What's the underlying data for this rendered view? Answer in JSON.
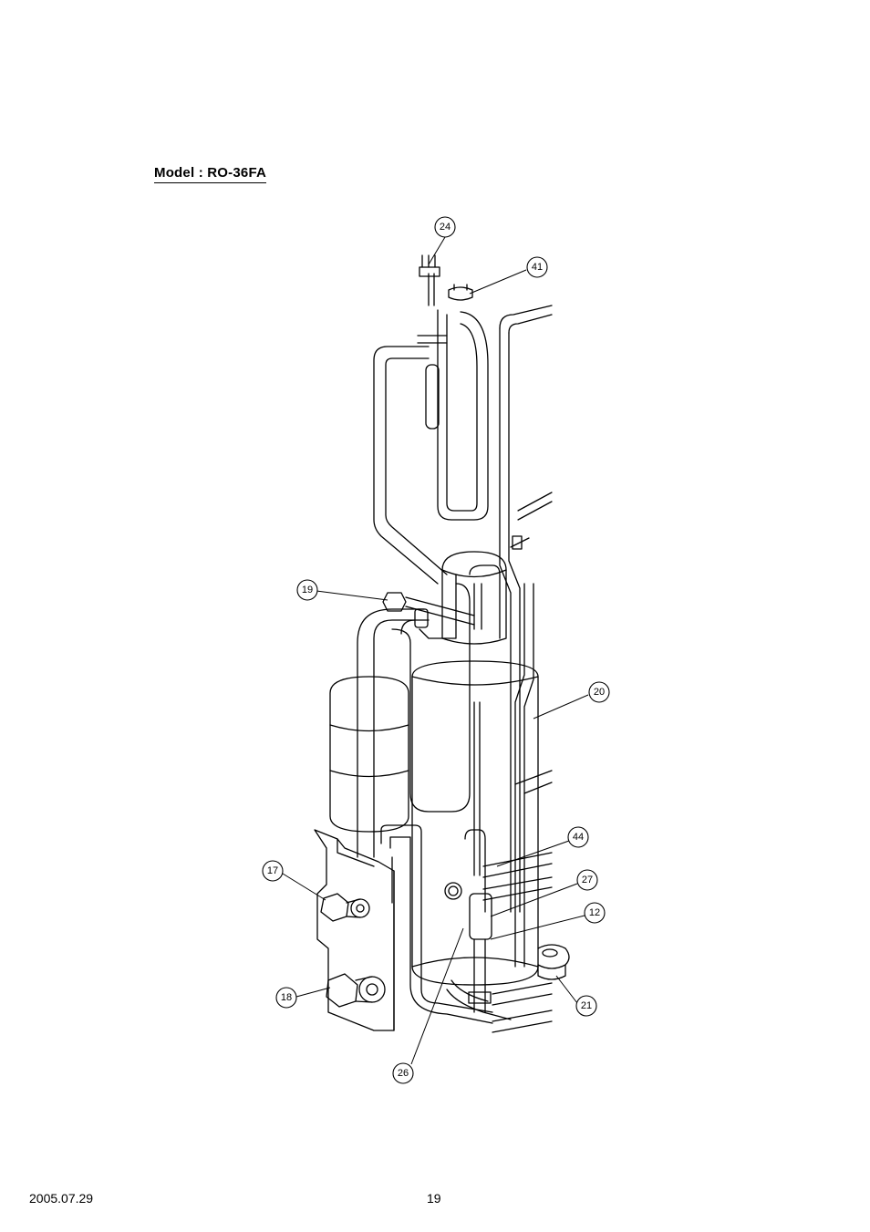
{
  "header": {
    "model_title": "Model : RO-36FA"
  },
  "callouts": [
    {
      "id": "c24",
      "label": "24"
    },
    {
      "id": "c41",
      "label": "41"
    },
    {
      "id": "c19",
      "label": "19"
    },
    {
      "id": "c20",
      "label": "20"
    },
    {
      "id": "c44",
      "label": "44"
    },
    {
      "id": "c17",
      "label": "17"
    },
    {
      "id": "c27",
      "label": "27"
    },
    {
      "id": "c12",
      "label": "12"
    },
    {
      "id": "c18",
      "label": "18"
    },
    {
      "id": "c21",
      "label": "21"
    },
    {
      "id": "c26",
      "label": "26"
    }
  ],
  "footer": {
    "date": "2005.07.29",
    "page_number": "19"
  }
}
